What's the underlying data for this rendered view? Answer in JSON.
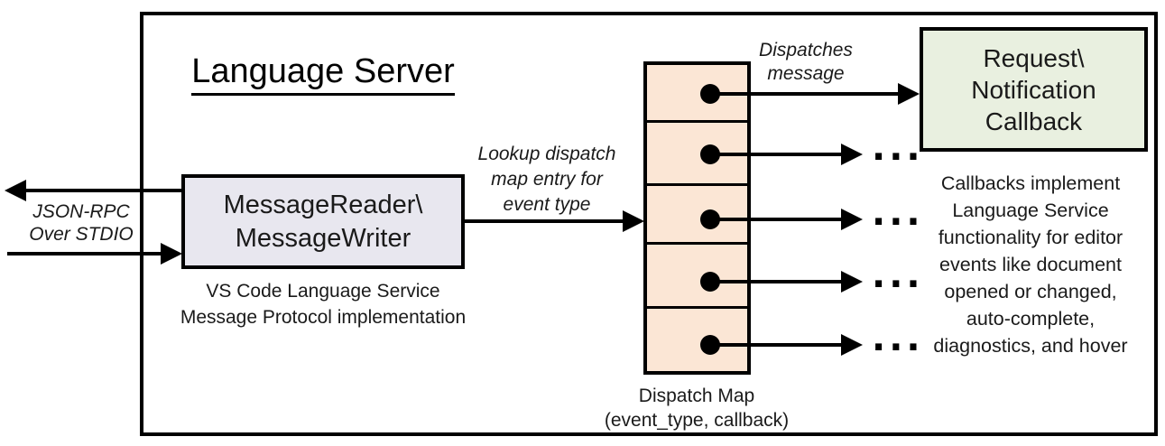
{
  "diagram": {
    "title": "Language Server",
    "io_label": [
      "JSON-RPC",
      "Over STDIO"
    ],
    "reader_box": {
      "label": [
        "MessageReader\\",
        "MessageWriter"
      ],
      "caption": [
        "VS Code Language Service",
        "Message Protocol implementation"
      ],
      "fill": "#e8e7ef"
    },
    "lookup_label": [
      "Lookup dispatch",
      "map entry for",
      "event type"
    ],
    "dispatches_label": [
      "Dispatches",
      "message"
    ],
    "dispatch_map": {
      "caption": [
        "Dispatch Map",
        "(event_type, callback)"
      ],
      "fill": "#fbe6d5",
      "cell_count": 5
    },
    "callback_box": {
      "label": [
        "Request\\",
        "Notification",
        "Callback"
      ],
      "fill": "#e9f0e0"
    },
    "callbacks_note": [
      "Callbacks implement",
      "Language Service",
      "functionality for editor",
      "events like document",
      "opened or changed,",
      "auto-complete,",
      "diagnostics, and hover"
    ],
    "ellipsis": "...",
    "colors": {
      "line": "#000000",
      "background": "#ffffff"
    }
  }
}
